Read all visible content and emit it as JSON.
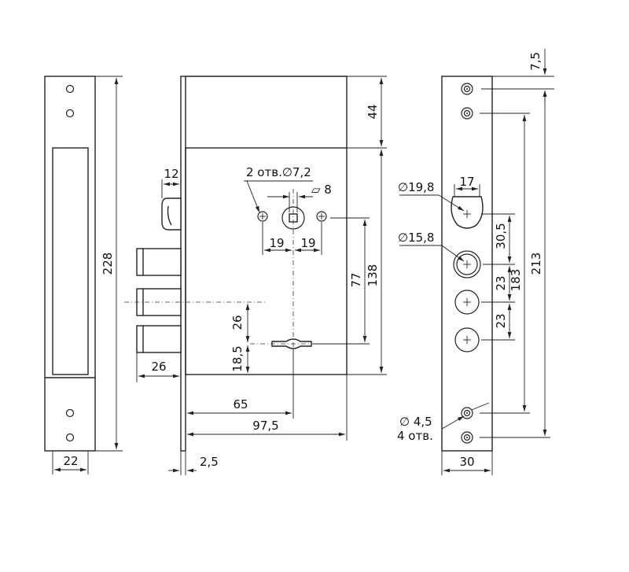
{
  "colors": {
    "line": "#222222",
    "background": "#ffffff"
  },
  "strike_plate": {
    "height_dim": "228",
    "width_dim": "22"
  },
  "lock_body": {
    "top_offset_dim": "44",
    "height_dim": "138",
    "spindle_height_dim": "77",
    "latch_width_dim": "12",
    "holes_note": "2 отв.∅7,2",
    "square_note": "⏥ 8",
    "left_hole_spacing_dim": "19",
    "right_hole_spacing_dim": "19",
    "bolt_spacing_dim": "26",
    "keyhole_height_dim": "18,5",
    "bolt_projection_dim": "26",
    "keyhole_offset_dim": "65",
    "backset_dim": "97,5",
    "faceplate_thickness_dim": "2,5"
  },
  "faceplate": {
    "top_offset_dim": "7,5",
    "outer_holes_dim": "213",
    "inner_holes_dim": "183",
    "large_hole_note": "∅19,8",
    "large_hole_width_dim": "17",
    "cylinder_hole_note": "∅15,8",
    "hole_spacing_1_dim": "30,5",
    "hole_spacing_2_dim": "23",
    "hole_spacing_3_dim": "23",
    "screw_hole_note": "∅ 4,5",
    "screw_hole_count": "4 отв.",
    "width_dim": "30"
  }
}
